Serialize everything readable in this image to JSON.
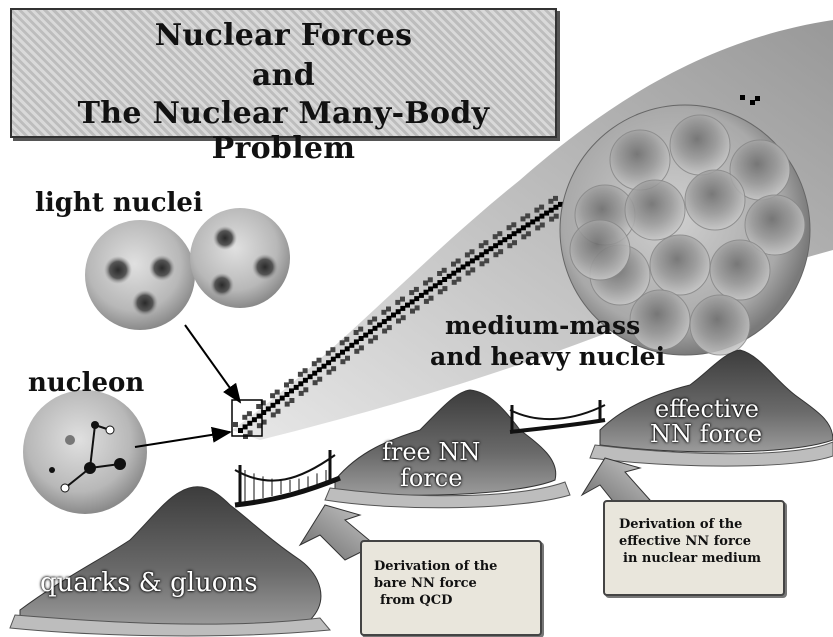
{
  "title": {
    "line1": "Nuclear Forces",
    "line2": "and",
    "line3": "The Nuclear Many-Body Problem"
  },
  "labels": {
    "light_nuclei": "light nuclei",
    "nucleon": "nucleon",
    "medium_mass_line1": "medium-mass",
    "medium_mass_line2": "and heavy nuclei",
    "free_nn_line1": "free NN",
    "free_nn_line2": "force",
    "effective_nn_line1": "effective",
    "effective_nn_line2": "NN force",
    "quarks_gluons": "quarks & gluons"
  },
  "scrolls": {
    "bare": {
      "line1": "Derivation of the",
      "line2": "bare NN force",
      "line3": "from QCD"
    },
    "effective": {
      "line1": "Derivation of the",
      "line2": "effective NN force",
      "line3": "in nuclear medium"
    }
  }
}
